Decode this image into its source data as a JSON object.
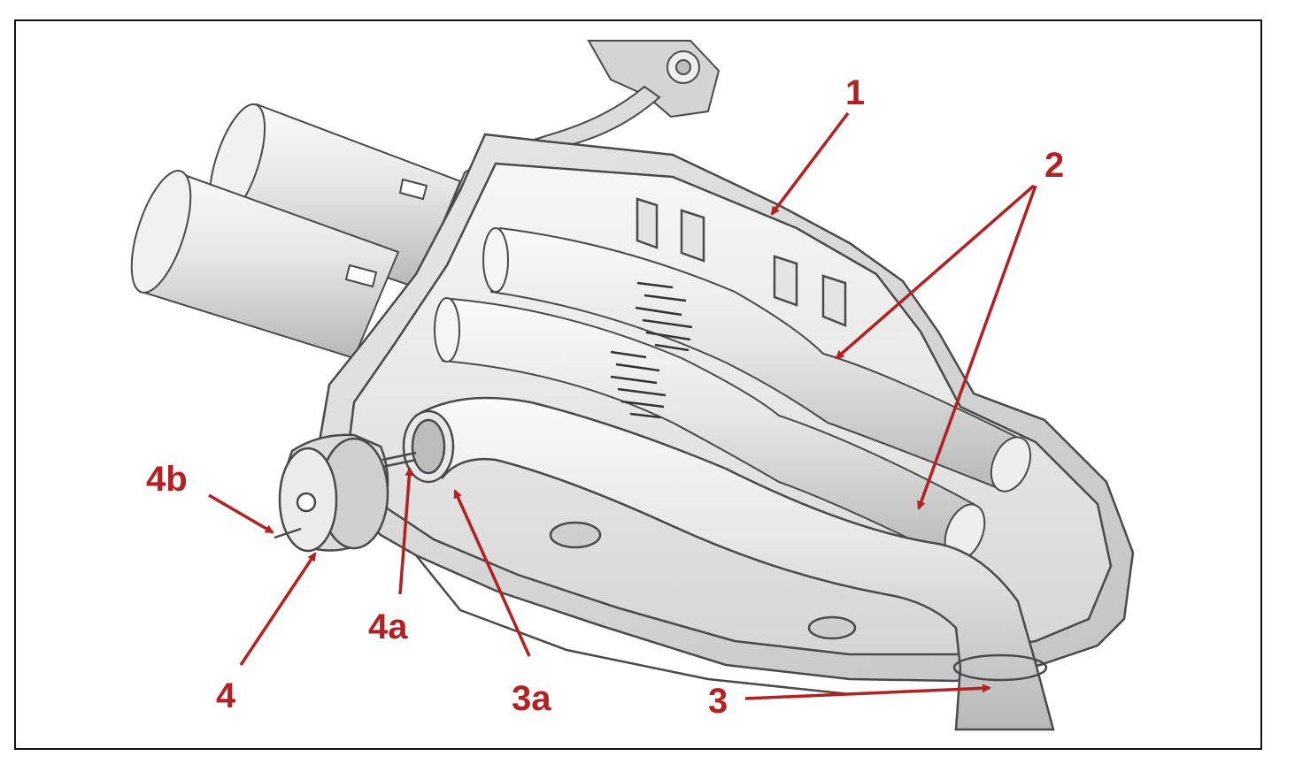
{
  "labels": {
    "part_1": "1",
    "part_2": "2",
    "part_3": "3",
    "part_3a": "3a",
    "part_4": "4",
    "part_4a": "4a",
    "part_4b": "4b"
  },
  "colors": {
    "callout": "#b22222",
    "outline": "#4a4a4a",
    "metal_light": "#f2f2f2",
    "metal_mid": "#d9d9d9",
    "metal_dark": "#a9a9a9",
    "frame": "#111111"
  }
}
